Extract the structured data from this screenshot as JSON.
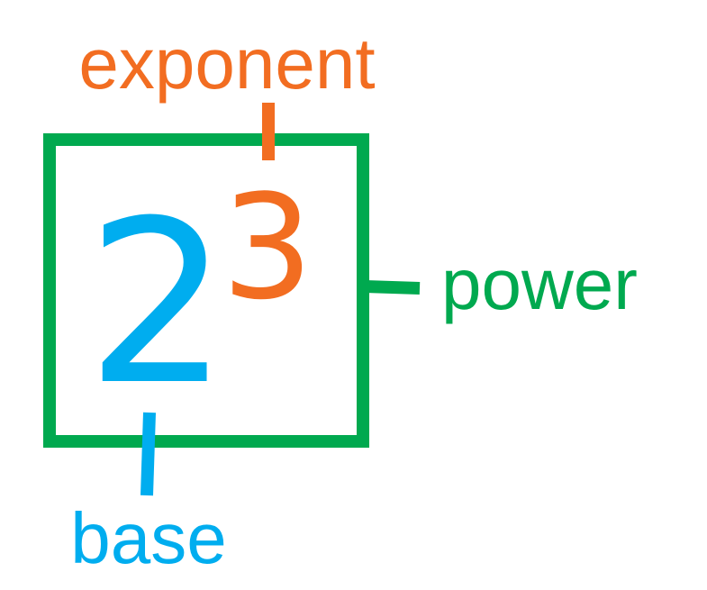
{
  "diagram": {
    "base_value": "2",
    "exponent_value": "3",
    "labels": {
      "exponent": "exponent",
      "power": "power",
      "base": "base"
    },
    "colors": {
      "exponent": "#f26d21",
      "base": "#00adef",
      "power": "#00a94f",
      "background": "#ffffff"
    }
  }
}
